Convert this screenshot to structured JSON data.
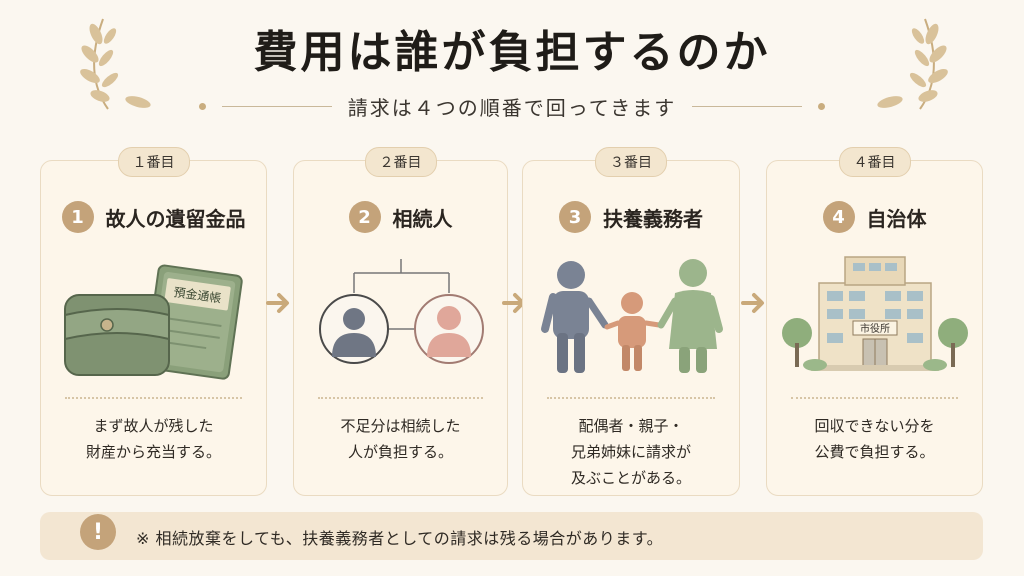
{
  "title": "費用は誰が負担するのか",
  "subtitle": "請求は４つの順番で回ってきます",
  "steps": [
    {
      "order": "１番目",
      "number": "1",
      "heading": "故人の遺留金品",
      "description": "まず故人が残した\n財産から充当する。",
      "passbook_label": "預金通帳"
    },
    {
      "order": "２番目",
      "number": "2",
      "heading": "相続人",
      "description": "不足分は相続した\n人が負担する。"
    },
    {
      "order": "３番目",
      "number": "3",
      "heading": "扶養義務者",
      "description": "配偶者・親子・\n兄弟姉妹に請求が\n及ぶことがある。"
    },
    {
      "order": "４番目",
      "number": "4",
      "heading": "自治体",
      "description": "回収できない分を\n公費で負担する。",
      "building_sign": "市役所"
    }
  ],
  "note": {
    "icon": "exclamation-icon",
    "mark": "!",
    "text": "※ 相続放棄をしても、扶養義務者としての請求は残る場合があります。"
  },
  "colors": {
    "accent": "#c4a37a",
    "card_bg": "#fdf6ea",
    "page_bg": "#fbf7f0"
  }
}
